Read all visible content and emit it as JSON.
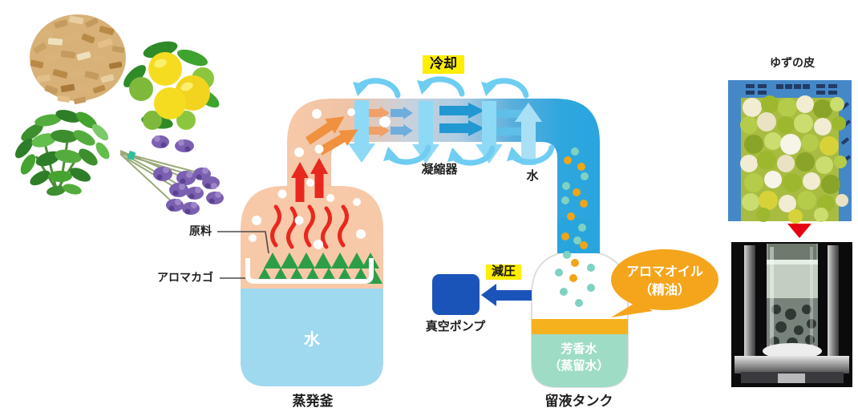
{
  "process": {
    "cooling": "冷却",
    "condenser": "凝縮器",
    "cooling_water": "水",
    "raw_material": "原料",
    "aroma_basket": "アロマカゴ",
    "vessel_water": "水",
    "evaporator": "蒸発釜",
    "decompression": "減圧",
    "vacuum_pump": "真空ポンプ",
    "distillate_tank": "留液タンク",
    "aromatic_water_line1": "芳香水",
    "aromatic_water_line2": "（蒸留水）",
    "aroma_oil_line1": "アロマオイル",
    "aroma_oil_line2": "（精油）"
  },
  "photos": {
    "yuzu_caption": "ゆずの皮",
    "left_items": [
      "wood-chips",
      "citrus-fruits",
      "fresh-herbs",
      "lavender"
    ],
    "right_items": [
      "yuzu-peel-basket",
      "distillation-apparatus"
    ]
  },
  "colors": {
    "vessel_peach": "#F7C9A9",
    "vessel_water_blue": "#9FD9F0",
    "pipe_cold_blue": "#29A5DE",
    "swirl_blue": "#6FCDF2",
    "down_arrow_blue": "#8ED9F5",
    "flame_red": "#E8281E",
    "vapor_arrow_orange": "#F0913F",
    "label_yellow": "#FFEE00",
    "pump_blue": "#1B54B8",
    "tank_water_green": "#9FDCC5",
    "oil_layer_orange": "#F5B11E",
    "bubble_orange": "#F5A51C",
    "dot_teal": "#7FD2C2",
    "dot_orange": "#F0A517",
    "triangle_green": "#2C9E48",
    "photo_arrow_red": "#E60012"
  }
}
